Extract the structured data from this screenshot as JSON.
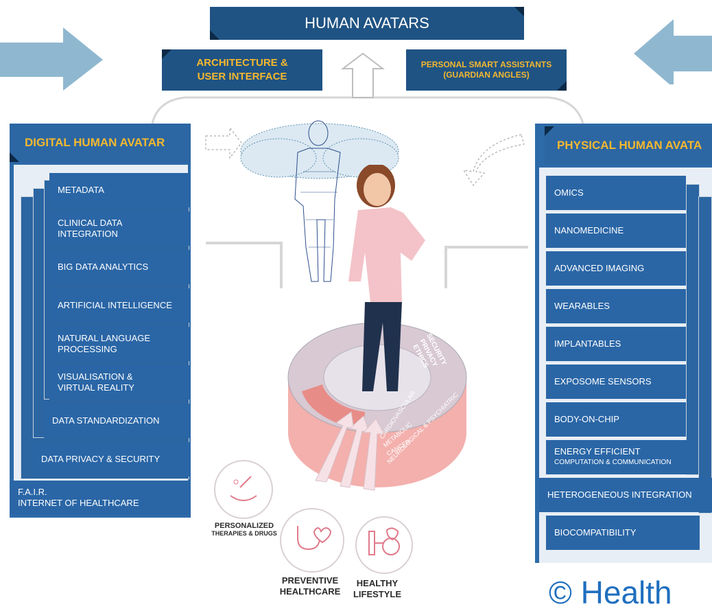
{
  "title": "HUMAN AVATARS",
  "top_left": {
    "line1": "ARCHITECTURE &",
    "line2": "USER INTERFACE"
  },
  "top_right": {
    "line1": "PERSONAL SMART ASSISTANTS",
    "line2": "(GUARDIAN ANGLES)"
  },
  "left_header": "DIGITAL HUMAN AVATAR",
  "right_header": "PHYSICAL HUMAN AVATA",
  "left_items": [
    {
      "l1": "METADATA",
      "l2": ""
    },
    {
      "l1": "CLINICAL DATA",
      "l2": "INTEGRATION"
    },
    {
      "l1": "BIG DATA ANALYTICS",
      "l2": ""
    },
    {
      "l1": "ARTIFICIAL INTELLIGENCE",
      "l2": ""
    },
    {
      "l1": "NATURAL LANGUAGE",
      "l2": "PROCESSING"
    },
    {
      "l1": "VISUALISATION &",
      "l2": "VIRTUAL REALITY"
    },
    {
      "l1": "DATA STANDARDIZATION",
      "l2": ""
    },
    {
      "l1": "DATA PRIVACY & SECURITY",
      "l2": ""
    },
    {
      "l1": "F.A.I.R.",
      "l2": "INTERNET OF HEALTHCARE"
    }
  ],
  "right_items": [
    {
      "l1": "OMICS",
      "l2": ""
    },
    {
      "l1": "NANOMEDICINE",
      "l2": ""
    },
    {
      "l1": "ADVANCED IMAGING",
      "l2": ""
    },
    {
      "l1": "WEARABLES",
      "l2": ""
    },
    {
      "l1": "IMPLANTABLES",
      "l2": ""
    },
    {
      "l1": "EXPOSOME SENSORS",
      "l2": ""
    },
    {
      "l1": "BODY-ON-CHIP",
      "l2": ""
    },
    {
      "l1": "ENERGY EFFICIENT",
      "l2": "COMPUTATION & COMMUNICATION"
    },
    {
      "l1": "HETEROGENEOUS INTEGRATION",
      "l2": ""
    },
    {
      "l1": "BIOCOMPATIBILITY",
      "l2": ""
    }
  ],
  "disk": {
    "internet": "INTERNET OF HEALTHCARE",
    "security": [
      "SECURITY",
      "PRIVACY",
      "ETHICS"
    ],
    "conditions": [
      "CARDIOVASCULAR",
      "METABOLIC",
      "CANCER",
      "NEUROLOGICAL & PSYCHIATRIC"
    ]
  },
  "circles": {
    "personalized": {
      "main": "PERSONALIZED",
      "sub": "THERAPIES & DRUGS"
    },
    "preventive": {
      "l1": "PREVENTIVE",
      "l2": "HEALTHCARE"
    },
    "lifestyle": {
      "l1": "HEALTHY",
      "l2": "LIFESTYLE"
    }
  },
  "copyright": "© Health",
  "colors": {
    "banner": "#1f5383",
    "item": "#2a66a6",
    "gold": "#f5b82e",
    "arrow": "#8fb8d0"
  }
}
